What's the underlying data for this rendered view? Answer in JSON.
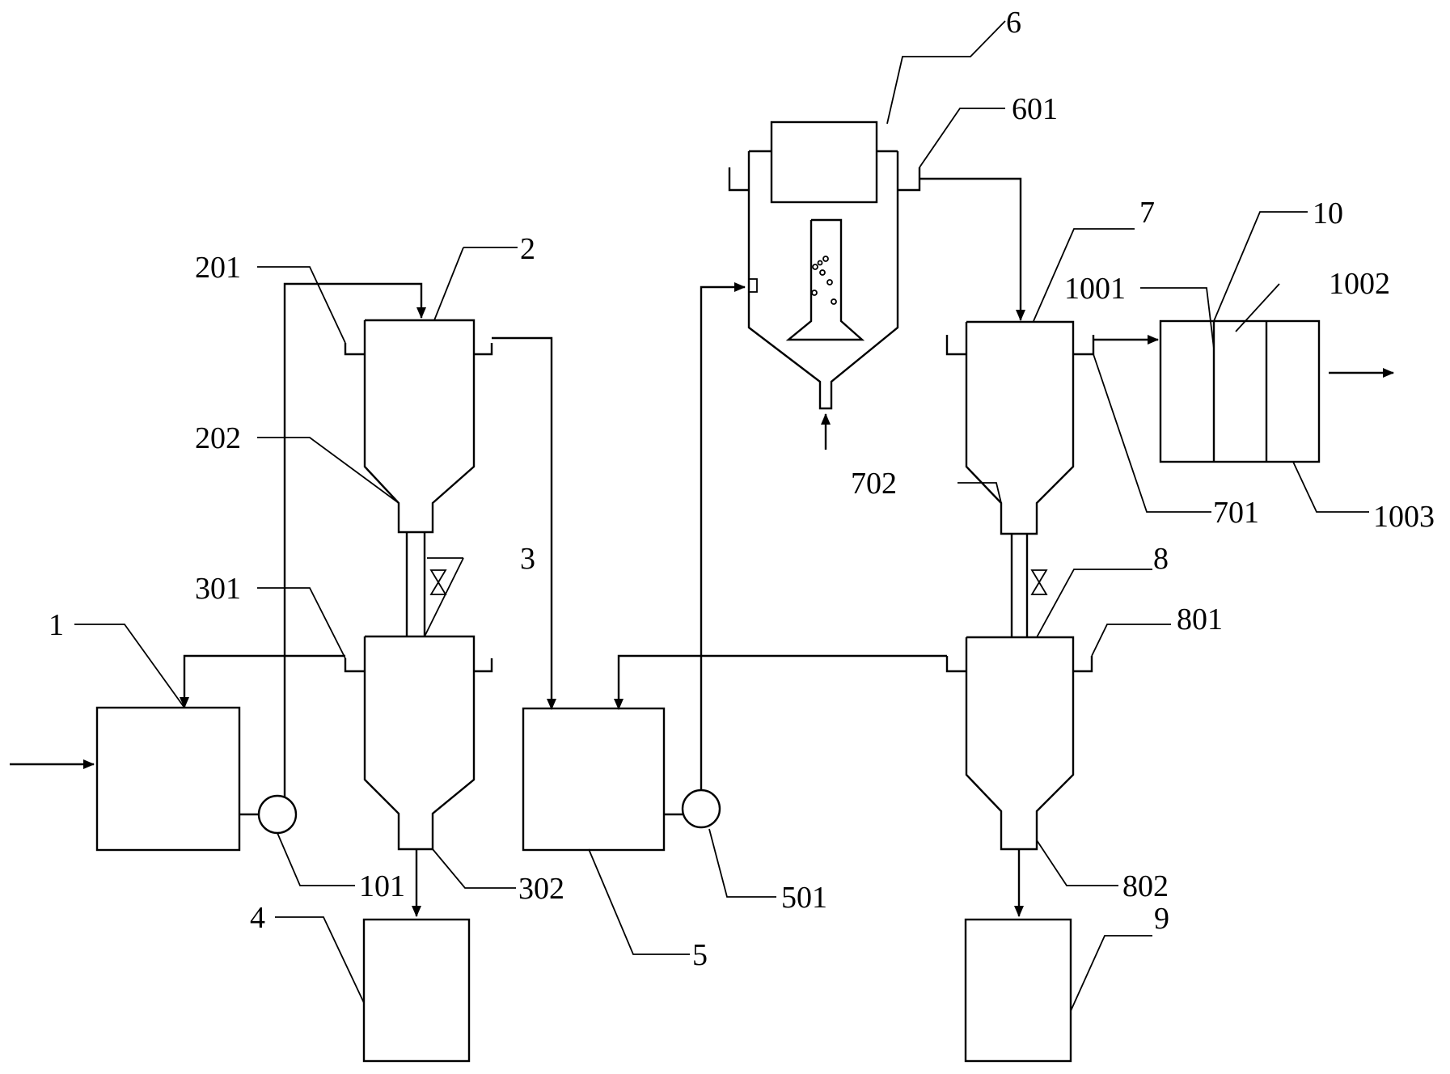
{
  "labels": {
    "l1": "1",
    "l101": "101",
    "l2": "2",
    "l201": "201",
    "l202": "202",
    "l3": "3",
    "l301": "301",
    "l302": "302",
    "l4": "4",
    "l5": "5",
    "l501": "501",
    "l6": "6",
    "l601": "601",
    "l7": "7",
    "l701": "701",
    "l702": "702",
    "l8": "8",
    "l801": "801",
    "l802": "802",
    "l9": "9",
    "l10": "10",
    "l1001": "1001",
    "l1002": "1002",
    "l1003": "1003"
  }
}
